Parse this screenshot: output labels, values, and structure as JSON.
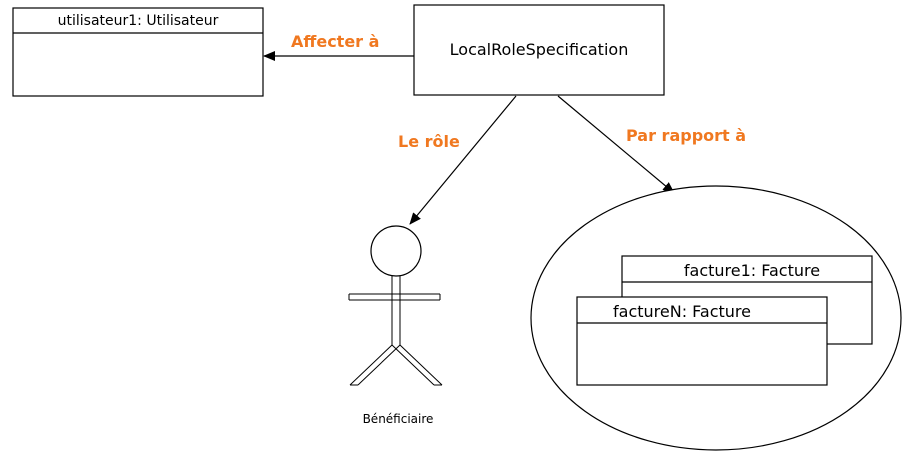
{
  "colors": {
    "stroke": "#000000",
    "relation_label": "#f07820",
    "background": "#ffffff"
  },
  "boxes": {
    "utilisateur": {
      "title": "utilisateur1: Utilisateur"
    },
    "local_role": {
      "title": "LocalRoleSpecification"
    },
    "facture1": {
      "title": "facture1: Facture"
    },
    "factureN": {
      "title": "factureN: Facture"
    }
  },
  "actor": {
    "label": "Bénéficiaire"
  },
  "relations": {
    "affecter": "Affecter à",
    "le_role": "Le rôle",
    "par_rapport": "Par rapport à"
  }
}
